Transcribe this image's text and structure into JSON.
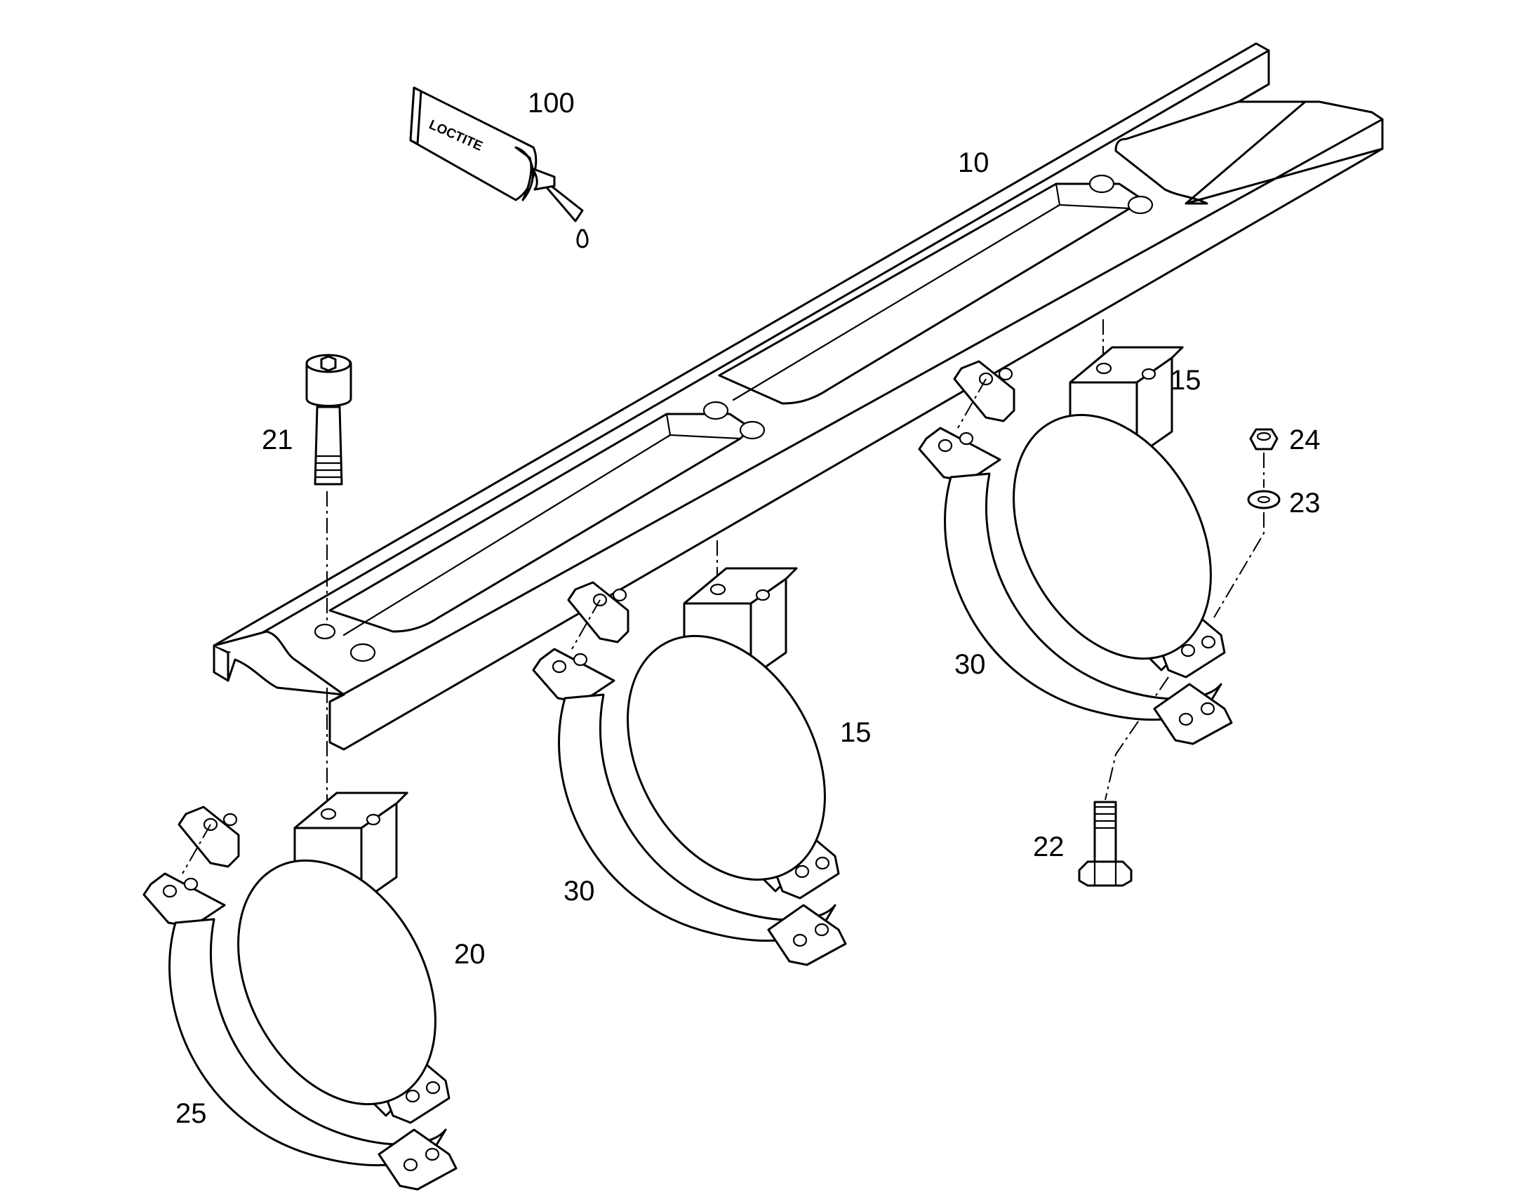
{
  "tube_label": "LOCTITE",
  "callouts": [
    {
      "id": "100",
      "text": "100"
    },
    {
      "id": "10",
      "text": "10"
    },
    {
      "id": "21",
      "text": "21"
    },
    {
      "id": "15a",
      "text": "15"
    },
    {
      "id": "24",
      "text": "24"
    },
    {
      "id": "23",
      "text": "23"
    },
    {
      "id": "30a",
      "text": "30"
    },
    {
      "id": "15b",
      "text": "15"
    },
    {
      "id": "30b",
      "text": "30"
    },
    {
      "id": "22",
      "text": "22"
    },
    {
      "id": "20",
      "text": "20"
    },
    {
      "id": "25",
      "text": "25"
    }
  ],
  "colors": {
    "line": "#000000",
    "background": "#ffffff"
  }
}
